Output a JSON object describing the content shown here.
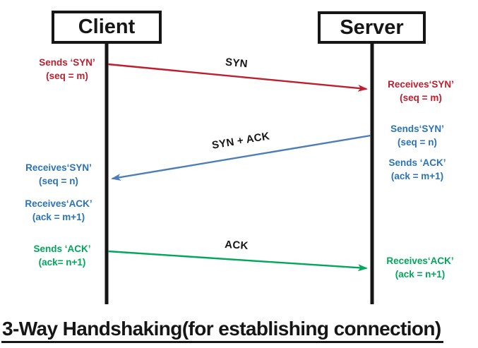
{
  "title": "3-Way Handshaking(for establishing connection)",
  "actors": {
    "client": "Client",
    "server": "Server"
  },
  "messages": {
    "syn": "SYN",
    "syn_ack": "SYN + ACK",
    "ack": "ACK"
  },
  "annotations": {
    "client_sends_syn": {
      "line1": "Sends ‘SYN’",
      "line2": "(seq = m)"
    },
    "server_receives_syn": {
      "line1": "Receives‘SYN’",
      "line2": "(seq = m)"
    },
    "server_sends_syn": {
      "line1": "Sends‘SYN’",
      "line2": "(seq = n)"
    },
    "server_sends_ack": {
      "line1": "Sends ‘ACK’",
      "line2": "(ack = m+1)"
    },
    "client_receives_syn": {
      "line1": "Receives‘SYN’",
      "line2": "(seq = n)"
    },
    "client_receives_ack": {
      "line1": "Receives‘ACK’",
      "line2": "(ack = m+1)"
    },
    "client_sends_ack": {
      "line1": "Sends ‘ACK’",
      "line2": "(ack= n+1)"
    },
    "server_receives_ack": {
      "line1": "Receives‘ACK’",
      "line2": "(ack = n+1)"
    }
  },
  "colors": {
    "syn_red": "#be1e2d",
    "blue_text": "#2a73b4",
    "blue_arrow": "#4b7db9",
    "green": "#00a65a",
    "black": "#161616"
  }
}
